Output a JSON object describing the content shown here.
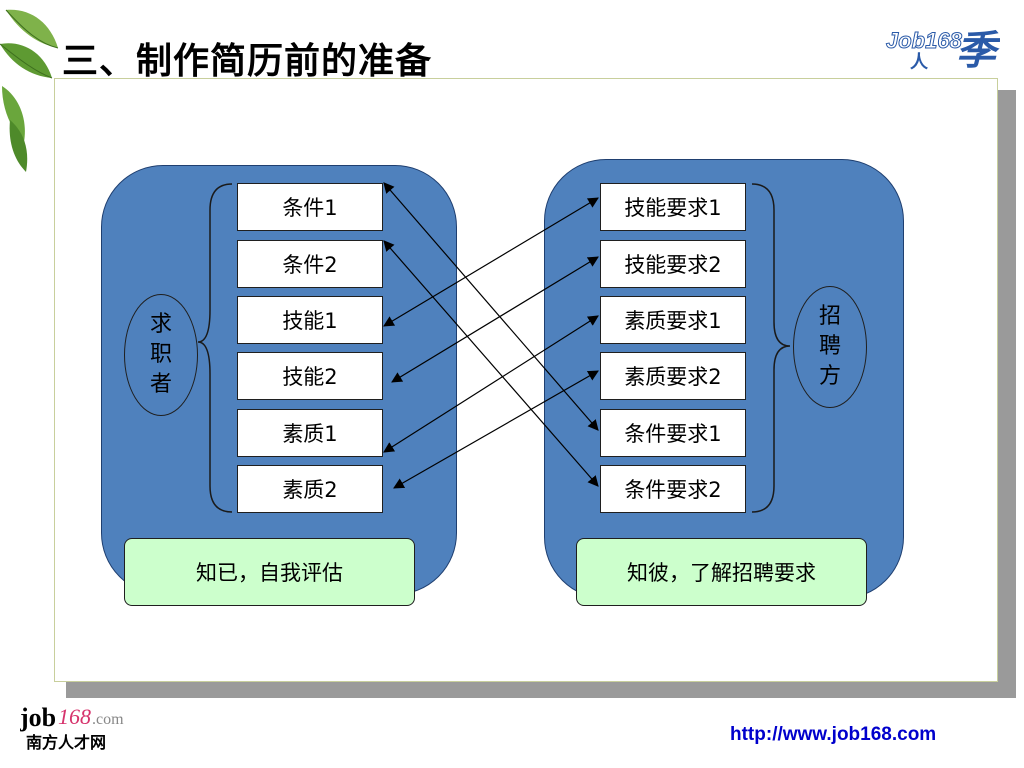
{
  "header": {
    "title": "三、制作简历前的准备",
    "brand": {
      "job": "Job168",
      "ren": "人",
      "ji": "季"
    }
  },
  "left_group": {
    "oval": [
      "求",
      "职",
      "者"
    ],
    "items": [
      "条件1",
      "条件2",
      "技能1",
      "技能2",
      "素质1",
      "素质2"
    ],
    "caption": "知已，自我评估"
  },
  "right_group": {
    "oval": [
      "招",
      "聘",
      "方"
    ],
    "items": [
      "技能要求1",
      "技能要求2",
      "素质要求1",
      "素质要求2",
      "条件要求1",
      "条件要求2"
    ],
    "caption": "知彼，了解招聘要求"
  },
  "footer": {
    "logo": {
      "job": "job",
      "num": "168",
      "com": ".com",
      "tagline": "南方人才网"
    },
    "url": "http://www.job168.com"
  },
  "colors": {
    "group_fill": "#4f81bd",
    "caption_fill": "#ccffcc",
    "url_color": "#0000cc",
    "brand_blue": "#2a5aa8"
  }
}
